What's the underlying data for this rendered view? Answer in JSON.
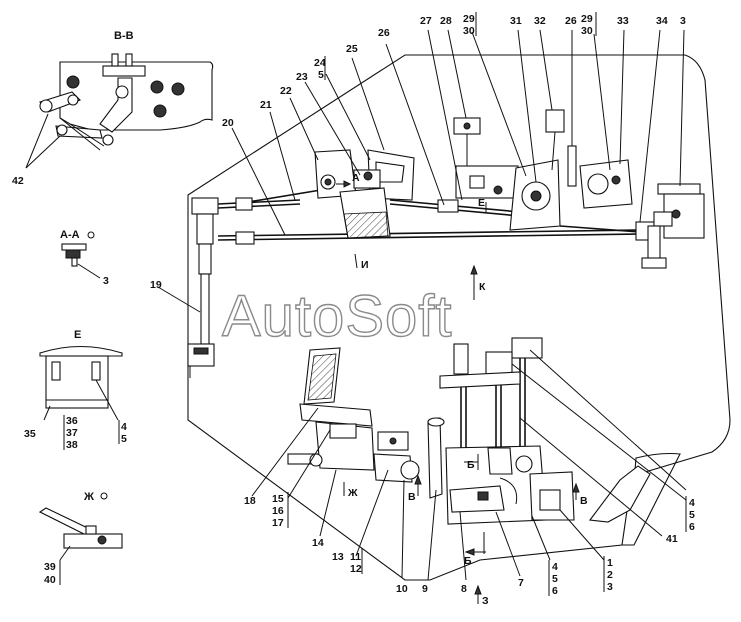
{
  "watermark": "AutoSoft",
  "views": {
    "bb": "В-В",
    "aa": "А-А",
    "e": "Е",
    "zh": "Ж"
  },
  "arrows": {
    "a": "А",
    "e": "Е",
    "i": "И",
    "k": "К",
    "b_top": "Б",
    "b_bottom": "Б",
    "v_left": "В",
    "v_right": "В",
    "zh": "Ж",
    "z": "З"
  },
  "callouts": {
    "c42": "42",
    "c3_aa": "3",
    "c35": "35",
    "c36": "36",
    "c37": "37",
    "c38": "38",
    "c4_e": "4",
    "c5_e": "5",
    "c39": "39",
    "c40": "40",
    "c19": "19",
    "c20": "20",
    "c21": "21",
    "c22": "22",
    "c23": "23",
    "c24": "24",
    "c5_top": "5",
    "c25": "25",
    "c26_top": "26",
    "c27": "27",
    "c28": "28",
    "c29_a": "29",
    "c30_a": "30",
    "c31": "31",
    "c32": "32",
    "c26_b": "26",
    "c29_b": "29",
    "c30_b": "30",
    "c33": "33",
    "c34": "34",
    "c3_top": "3",
    "c18": "18",
    "c15": "15",
    "c16": "16",
    "c17": "17",
    "c14": "14",
    "c13": "13",
    "c11": "11",
    "c12": "12",
    "c10": "10",
    "c9": "9",
    "c8": "8",
    "c7": "7",
    "c4_b": "4",
    "c5_b": "5",
    "c6_b": "6",
    "c1": "1",
    "c2": "2",
    "c3_b": "3",
    "c41": "41",
    "c4_r": "4",
    "c5_r": "5",
    "c6_r": "6"
  }
}
